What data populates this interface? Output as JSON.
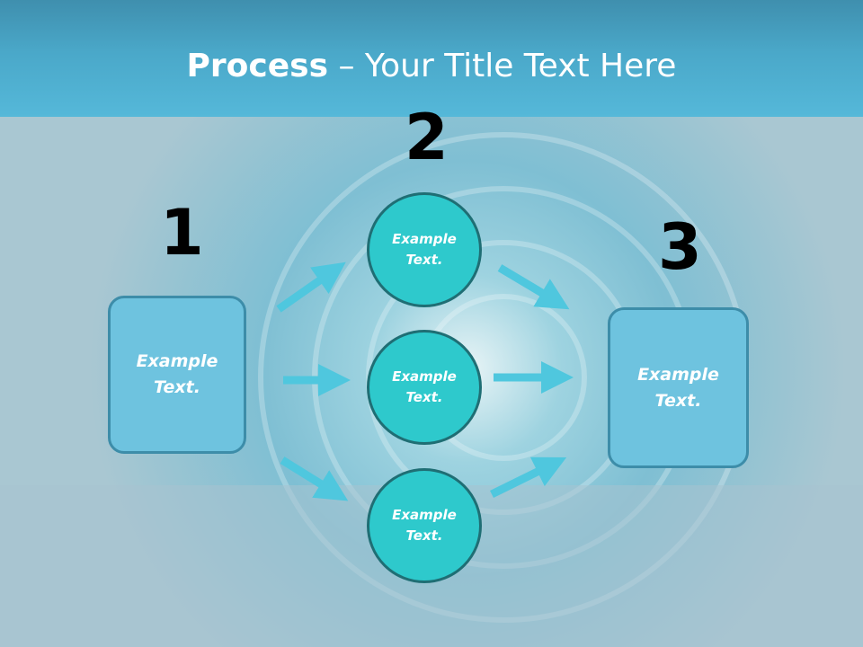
{
  "title": {
    "bold": "Process",
    "rest": " – Your Title Text Here"
  },
  "steps": {
    "one": "1",
    "two": "2",
    "three": "3"
  },
  "left_box": {
    "text": "Example\nText."
  },
  "right_box": {
    "text": "Example\nText."
  },
  "circles": [
    {
      "text": "Example\nText."
    },
    {
      "text": "Example\nText."
    },
    {
      "text": "Example\nText."
    }
  ],
  "colors": {
    "box": "#6ec3df",
    "circle": "#2ec9cc",
    "arrow": "#4fc7de",
    "title_band": "#4aa8c9"
  }
}
